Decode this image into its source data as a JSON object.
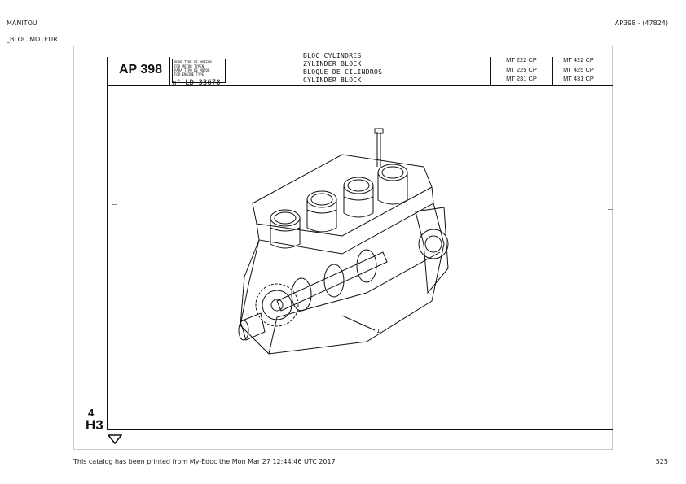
{
  "header": {
    "brand": "MANITOU",
    "section": "_BLOC MOTEUR",
    "reference": "AP398 - (47824)"
  },
  "sheet": {
    "code": "AP 398",
    "engine_type_box": [
      "POUR TYPE DE MOTEUR",
      "FÜR MOTOR TYPEN",
      "PARA TIPO DE MOTOR",
      "FOR ENGINE TYPE"
    ],
    "doc_number": "n° LD 33678",
    "titles": [
      "BLOC CYLINDRES",
      "ZYLINDER BLOCK",
      "BLOQUE DE CILINDROS",
      "CYLINDER BLOCK"
    ],
    "models_col1": [
      "MT 222 CP",
      "MT 225 CP",
      "MT 231 CP"
    ],
    "models_col2": [
      "MT 422 CP",
      "MT 425 CP",
      "MT 431 CP"
    ],
    "page_ref_number": "4",
    "page_ref_code": "H3",
    "callout": "1"
  },
  "footer": {
    "printed_note": "This catalog has been printed from My-Edoc the  Mon Mar 27 12:44:46 UTC 2017",
    "page_number": "525"
  },
  "icons": {
    "next_arrow": "down-arrow-outline-icon"
  }
}
